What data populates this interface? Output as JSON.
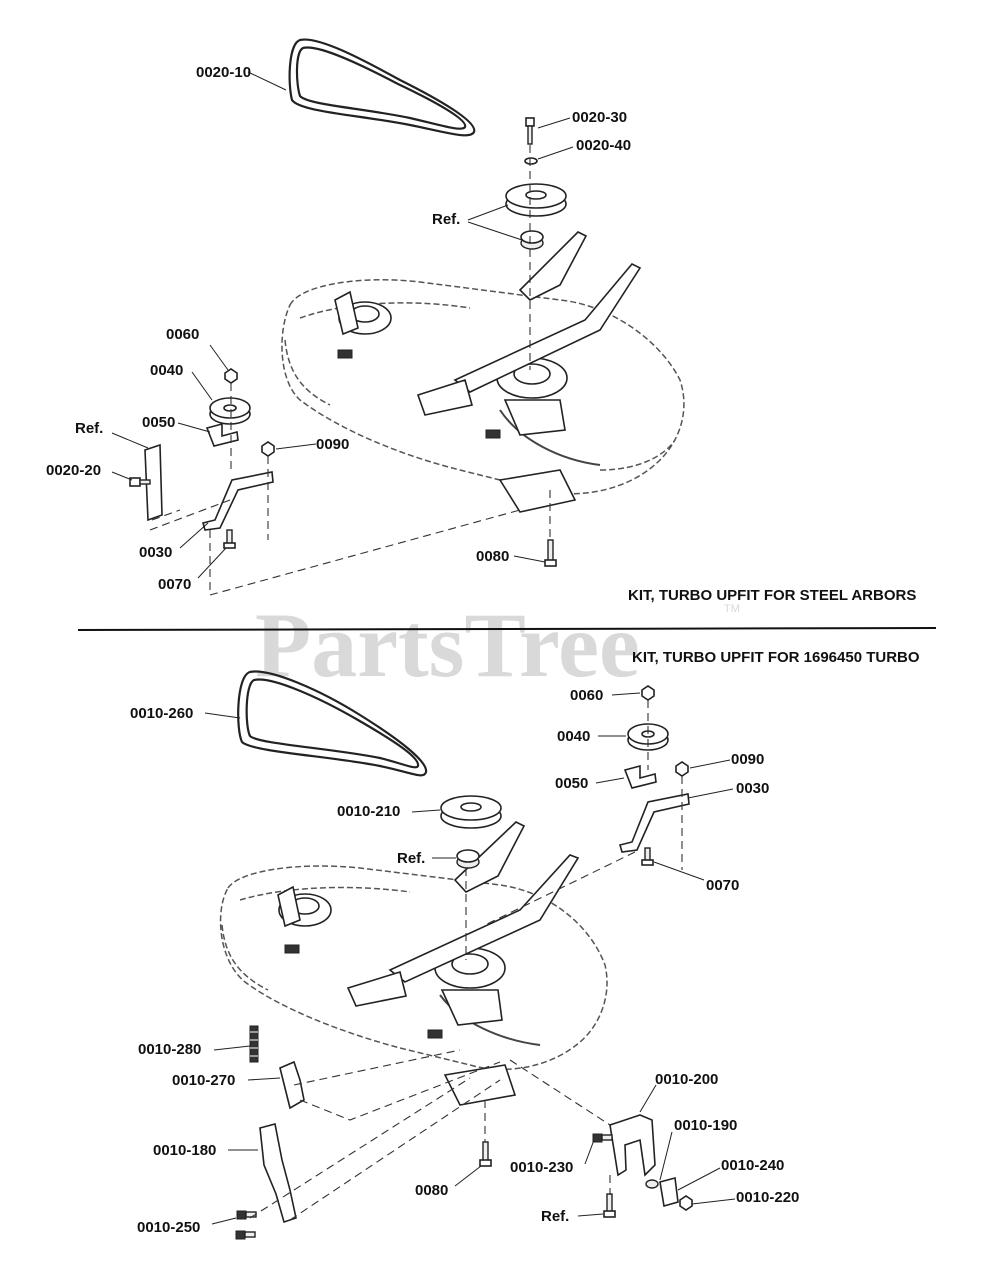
{
  "watermark": "PartsTree",
  "watermark_tm": "TM",
  "sections": {
    "top_title": "KIT, TURBO UPFIT FOR STEEL ARBORS",
    "bottom_title": "KIT, TURBO UPFIT FOR 1696450 TURBO"
  },
  "labels": {
    "t_0020_10": "0020-10",
    "t_0020_30": "0020-30",
    "t_0020_40": "0020-40",
    "t_ref_a": "Ref.",
    "t_0060": "0060",
    "t_0040": "0040",
    "t_ref_b": "Ref.",
    "t_0050": "0050",
    "t_0090": "0090",
    "t_0020_20": "0020-20",
    "t_0030": "0030",
    "t_0070": "0070",
    "t_0080": "0080",
    "b_0010_260": "0010-260",
    "b_0060": "0060",
    "b_0040": "0040",
    "b_0090": "0090",
    "b_0050": "0050",
    "b_0030": "0030",
    "b_0010_210": "0010-210",
    "b_ref_a": "Ref.",
    "b_0070": "0070",
    "b_0010_280": "0010-280",
    "b_0010_270": "0010-270",
    "b_0010_200": "0010-200",
    "b_0010_190": "0010-190",
    "b_0010_180": "0010-180",
    "b_0010_240": "0010-240",
    "b_0010_230": "0010-230",
    "b_0010_220": "0010-220",
    "b_0080": "0080",
    "b_ref_b": "Ref.",
    "b_0010_250": "0010-250"
  }
}
